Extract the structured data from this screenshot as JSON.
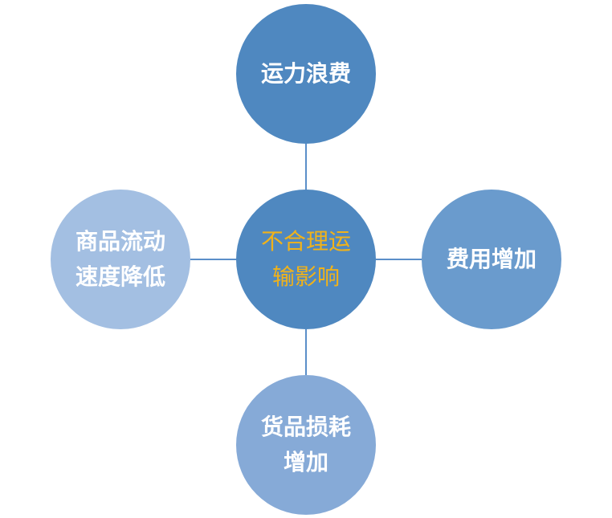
{
  "diagram": {
    "title": "不合理运输影响",
    "center": {
      "lines": [
        "不合理运",
        "输影响"
      ],
      "fill": "#4f88c0",
      "text_color": "#f0b21a"
    },
    "nodes": {
      "top": {
        "lines": [
          "运力浪费"
        ],
        "fill": "#4f88c0",
        "text_color": "#ffffff"
      },
      "right": {
        "lines": [
          "费用增加"
        ],
        "fill": "#6a9bcd",
        "text_color": "#ffffff"
      },
      "bottom": {
        "lines": [
          "货品损耗",
          "增加"
        ],
        "fill": "#86aad7",
        "text_color": "#ffffff"
      },
      "left": {
        "lines": [
          "商品流动",
          "速度降低"
        ],
        "fill": "#a3bfe2",
        "text_color": "#ffffff"
      }
    },
    "connector_color": "#5b8fc9"
  }
}
